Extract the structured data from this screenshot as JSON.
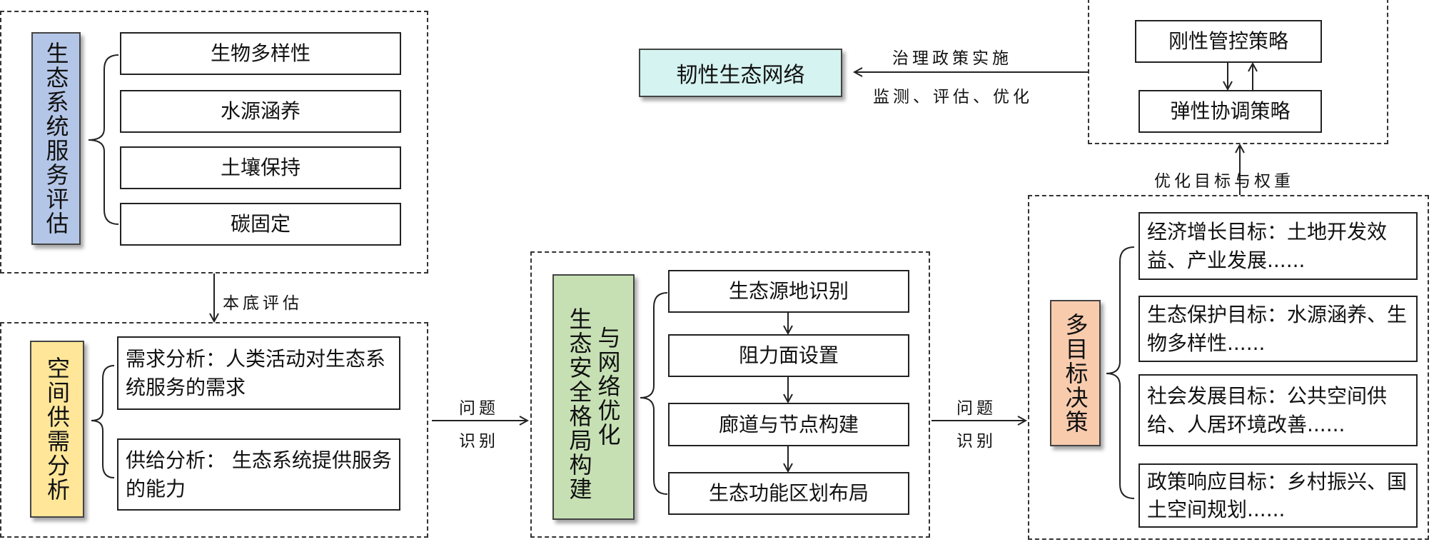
{
  "ecosystem_services": {
    "label": "生态系统服务评估",
    "items": [
      "生物多样性",
      "水源涵养",
      "土壤保持",
      "碳固定"
    ],
    "color": "#b4c6e7"
  },
  "arrow_baseline": "本底评估",
  "supply_demand": {
    "label": "空间供需分析",
    "items": [
      "需求分析：人类活动对生态系统服务的需求",
      "供给分析： 生态系统提供服务的能力"
    ],
    "color": "#ffe699"
  },
  "arrow_problem_1": {
    "line1": "问题",
    "line2": "识别"
  },
  "security_pattern": {
    "label_col1": "生态安全格局构建",
    "label_col2": "与网络优化",
    "items": [
      "生态源地识别",
      "阻力面设置",
      "廊道与节点构建",
      "生态功能区划布局"
    ],
    "color": "#c6e0b4"
  },
  "arrow_problem_2": {
    "line1": "问题",
    "line2": "识别"
  },
  "multi_objective": {
    "label": "多目标决策",
    "items": [
      "经济增长目标：土地开发效益、产业发展......",
      "生态保护目标：水源涵养、生物多样性......",
      "社会发展目标：公共空间供给、人居环境改善......",
      "政策响应目标：乡村振兴、国土空间规划......"
    ],
    "color": "#f8cbad"
  },
  "arrow_weights": "优化目标与权重",
  "strategies": {
    "items": [
      "刚性管控策略",
      "弹性协调策略"
    ]
  },
  "arrow_policy": {
    "top": "治理政策实施",
    "bottom": "监测、评估、优化"
  },
  "resilient_network": {
    "label": "韧性生态网络",
    "color": "#d5f3f0"
  }
}
